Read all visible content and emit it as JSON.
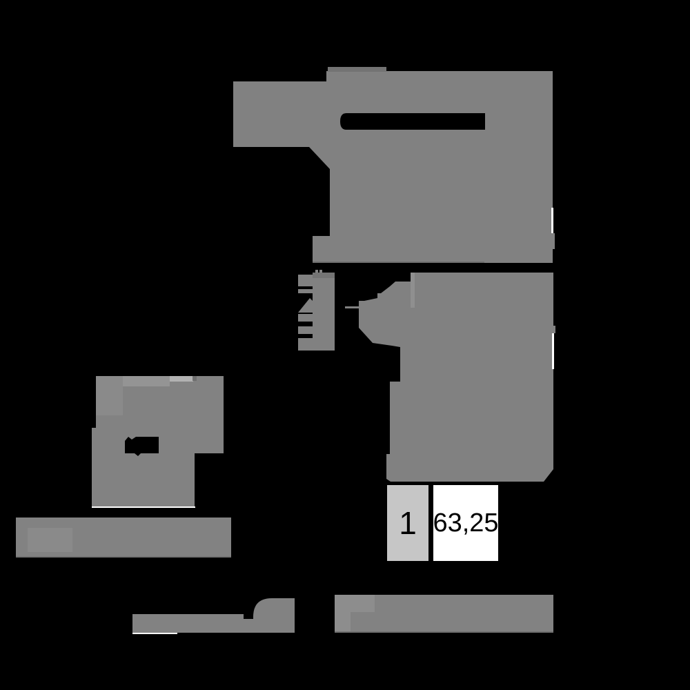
{
  "unit": {
    "number": "1",
    "area": "63,25"
  },
  "colors": {
    "background": "#000000",
    "building_gray": "#818181",
    "building_gray_alt": "#8a8a8a",
    "roof_strip_dark": "#737373",
    "roof_strip_light": "#b2b2b2",
    "unit_number_box_bg": "#c6c6c6",
    "area_box_bg": "#ffffff",
    "label_text": "#000000",
    "edge_highlight": "#ffffff"
  },
  "shapes": [
    "top-building-block",
    "stairwell-symbol",
    "unit-1-building-block",
    "left-building-block",
    "lower-left-wing",
    "bottom-center-wing",
    "bottom-right-wing",
    "unit-number-badge",
    "unit-area-badge"
  ]
}
